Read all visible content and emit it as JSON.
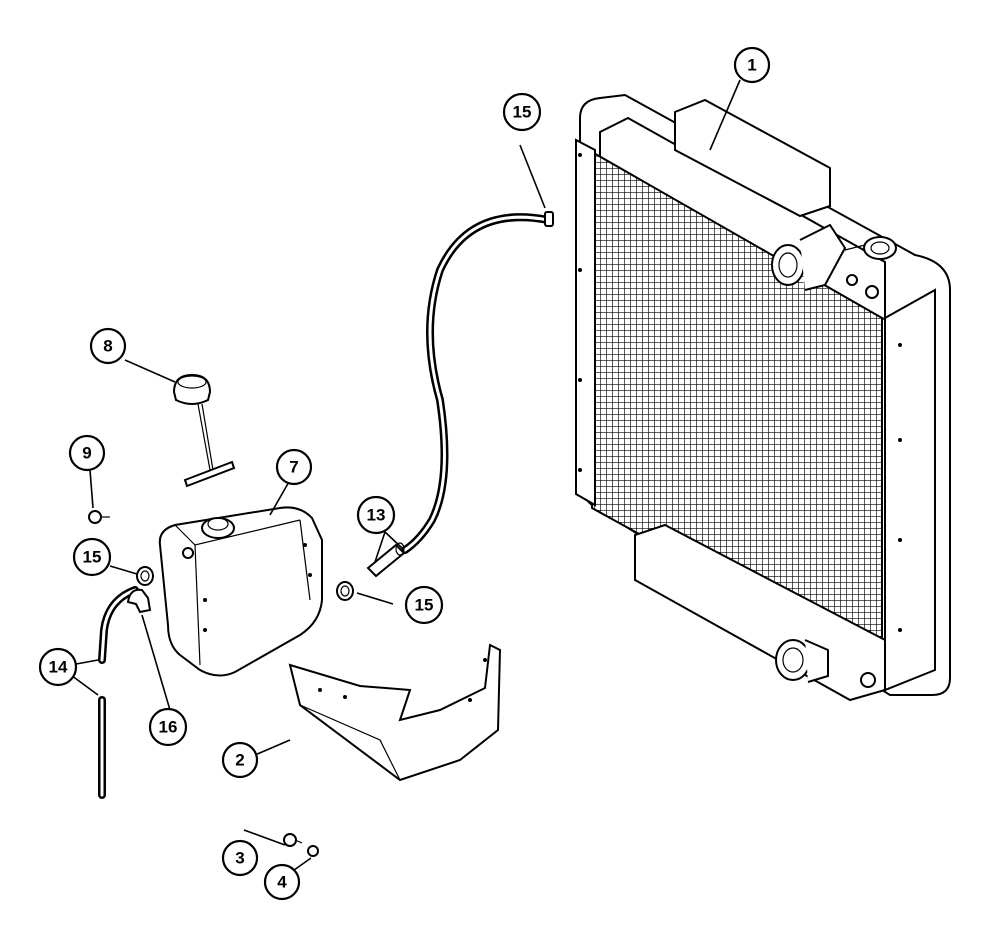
{
  "callouts": [
    {
      "id": "c1",
      "label": "1"
    },
    {
      "id": "c2",
      "label": "2"
    },
    {
      "id": "c3",
      "label": "3"
    },
    {
      "id": "c4",
      "label": "4"
    },
    {
      "id": "c7",
      "label": "7"
    },
    {
      "id": "c8",
      "label": "8"
    },
    {
      "id": "c9",
      "label": "9"
    },
    {
      "id": "c13",
      "label": "13"
    },
    {
      "id": "c14",
      "label": "14"
    },
    {
      "id": "c15a",
      "label": "15"
    },
    {
      "id": "c15b",
      "label": "15"
    },
    {
      "id": "c15c",
      "label": "15"
    },
    {
      "id": "c16",
      "label": "16"
    }
  ]
}
